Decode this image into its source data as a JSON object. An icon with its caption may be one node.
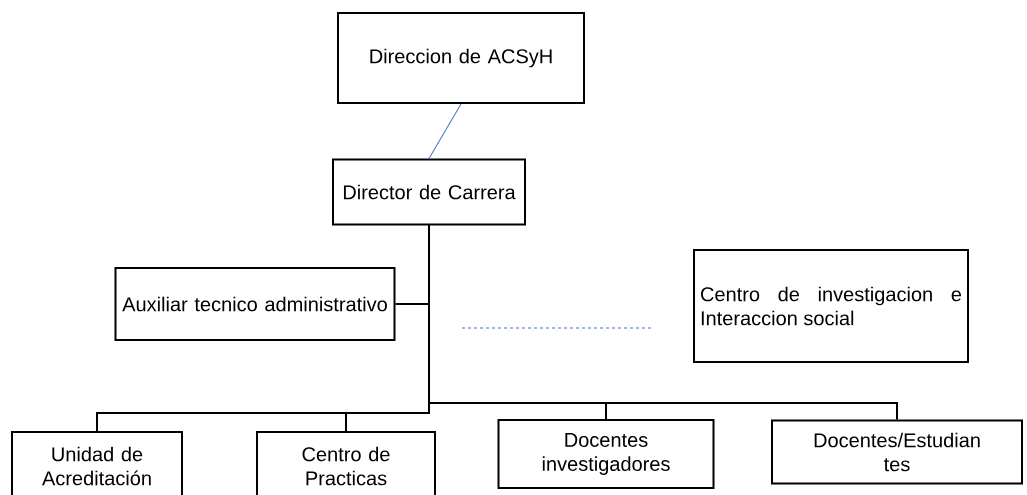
{
  "diagram": {
    "nodes": [
      {
        "text": [
          "Direccion de ACSyH"
        ]
      },
      {
        "text": [
          "Director de Carrera"
        ]
      },
      {
        "text": [
          "Auxiliar tecnico administrativo"
        ]
      },
      {
        "text": [
          "Centro de investigacion e Interaccion social"
        ]
      },
      {
        "text": [
          "Unidad de Acreditación"
        ]
      },
      {
        "text": [
          "Centro de Practicas"
        ]
      },
      {
        "text": [
          "Docentes investigadores"
        ]
      },
      {
        "text": [
          "Docentes/Estudian tes"
        ]
      }
    ],
    "edges": [
      {
        "from": 0,
        "to": 1,
        "arrow": "none",
        "color": "#4472c4"
      },
      {
        "from": 1,
        "to": 2,
        "arrow": "none"
      },
      {
        "from": 1,
        "to": 4,
        "arrow": "none"
      },
      {
        "from": 1,
        "to": 5,
        "arrow": "none"
      },
      {
        "from": 1,
        "to": 6,
        "arrow": "none"
      },
      {
        "from": 1,
        "to": 7,
        "arrow": "none"
      }
    ]
  }
}
